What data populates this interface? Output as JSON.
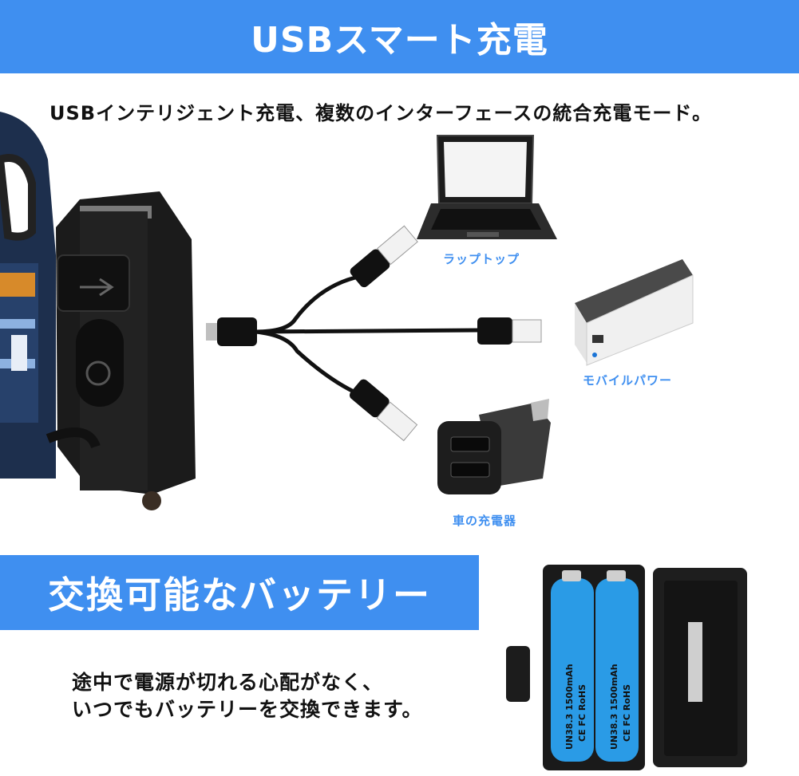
{
  "top_banner": {
    "title": "USBスマート充電"
  },
  "subtitle": "USBインテリジェント充電、複数のインターフェースの統合充電モード。",
  "devices": {
    "laptop": "ラップトップ",
    "power_bank": "モバイルパワー",
    "car_charger": "車の充電器"
  },
  "mid_banner": {
    "title": "交換可能なバッテリー"
  },
  "description": {
    "line1": "途中で電源が切れる心配がなく、",
    "line2": "いつでもバッテリーを交換できます。"
  },
  "battery_label": {
    "text1": "UN38.3 1500mAh",
    "text2": "CE FC RoHS"
  },
  "colors": {
    "accent": "#3f8ff0",
    "battery": "#2a9be6"
  }
}
